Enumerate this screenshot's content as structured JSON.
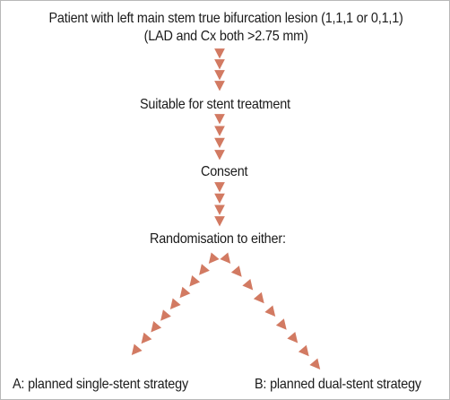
{
  "diagram": {
    "nodes": [
      {
        "id": "patient",
        "lines": [
          "Patient with left main stem true bifurcation lesion (1,1,1 or 0,1,1)",
          "(LAD and Cx both >2.75 mm)"
        ]
      },
      {
        "id": "suitable",
        "lines": [
          "Suitable for stent treatment"
        ]
      },
      {
        "id": "consent",
        "lines": [
          "Consent"
        ]
      },
      {
        "id": "randomisation",
        "lines": [
          "Randomisation to either:"
        ]
      },
      {
        "id": "option-a",
        "lines": [
          "A: planned single-stent strategy"
        ]
      },
      {
        "id": "option-b",
        "lines": [
          "B: planned dual-stent strategy"
        ]
      }
    ],
    "edges": [
      {
        "from": "patient",
        "to": "suitable"
      },
      {
        "from": "suitable",
        "to": "consent"
      },
      {
        "from": "consent",
        "to": "randomisation"
      },
      {
        "from": "randomisation",
        "to": "option-a"
      },
      {
        "from": "randomisation",
        "to": "option-b"
      }
    ]
  },
  "colors": {
    "arrow": "#d27a62",
    "text": "#1a1a1a",
    "border": "#b8b8b8"
  }
}
